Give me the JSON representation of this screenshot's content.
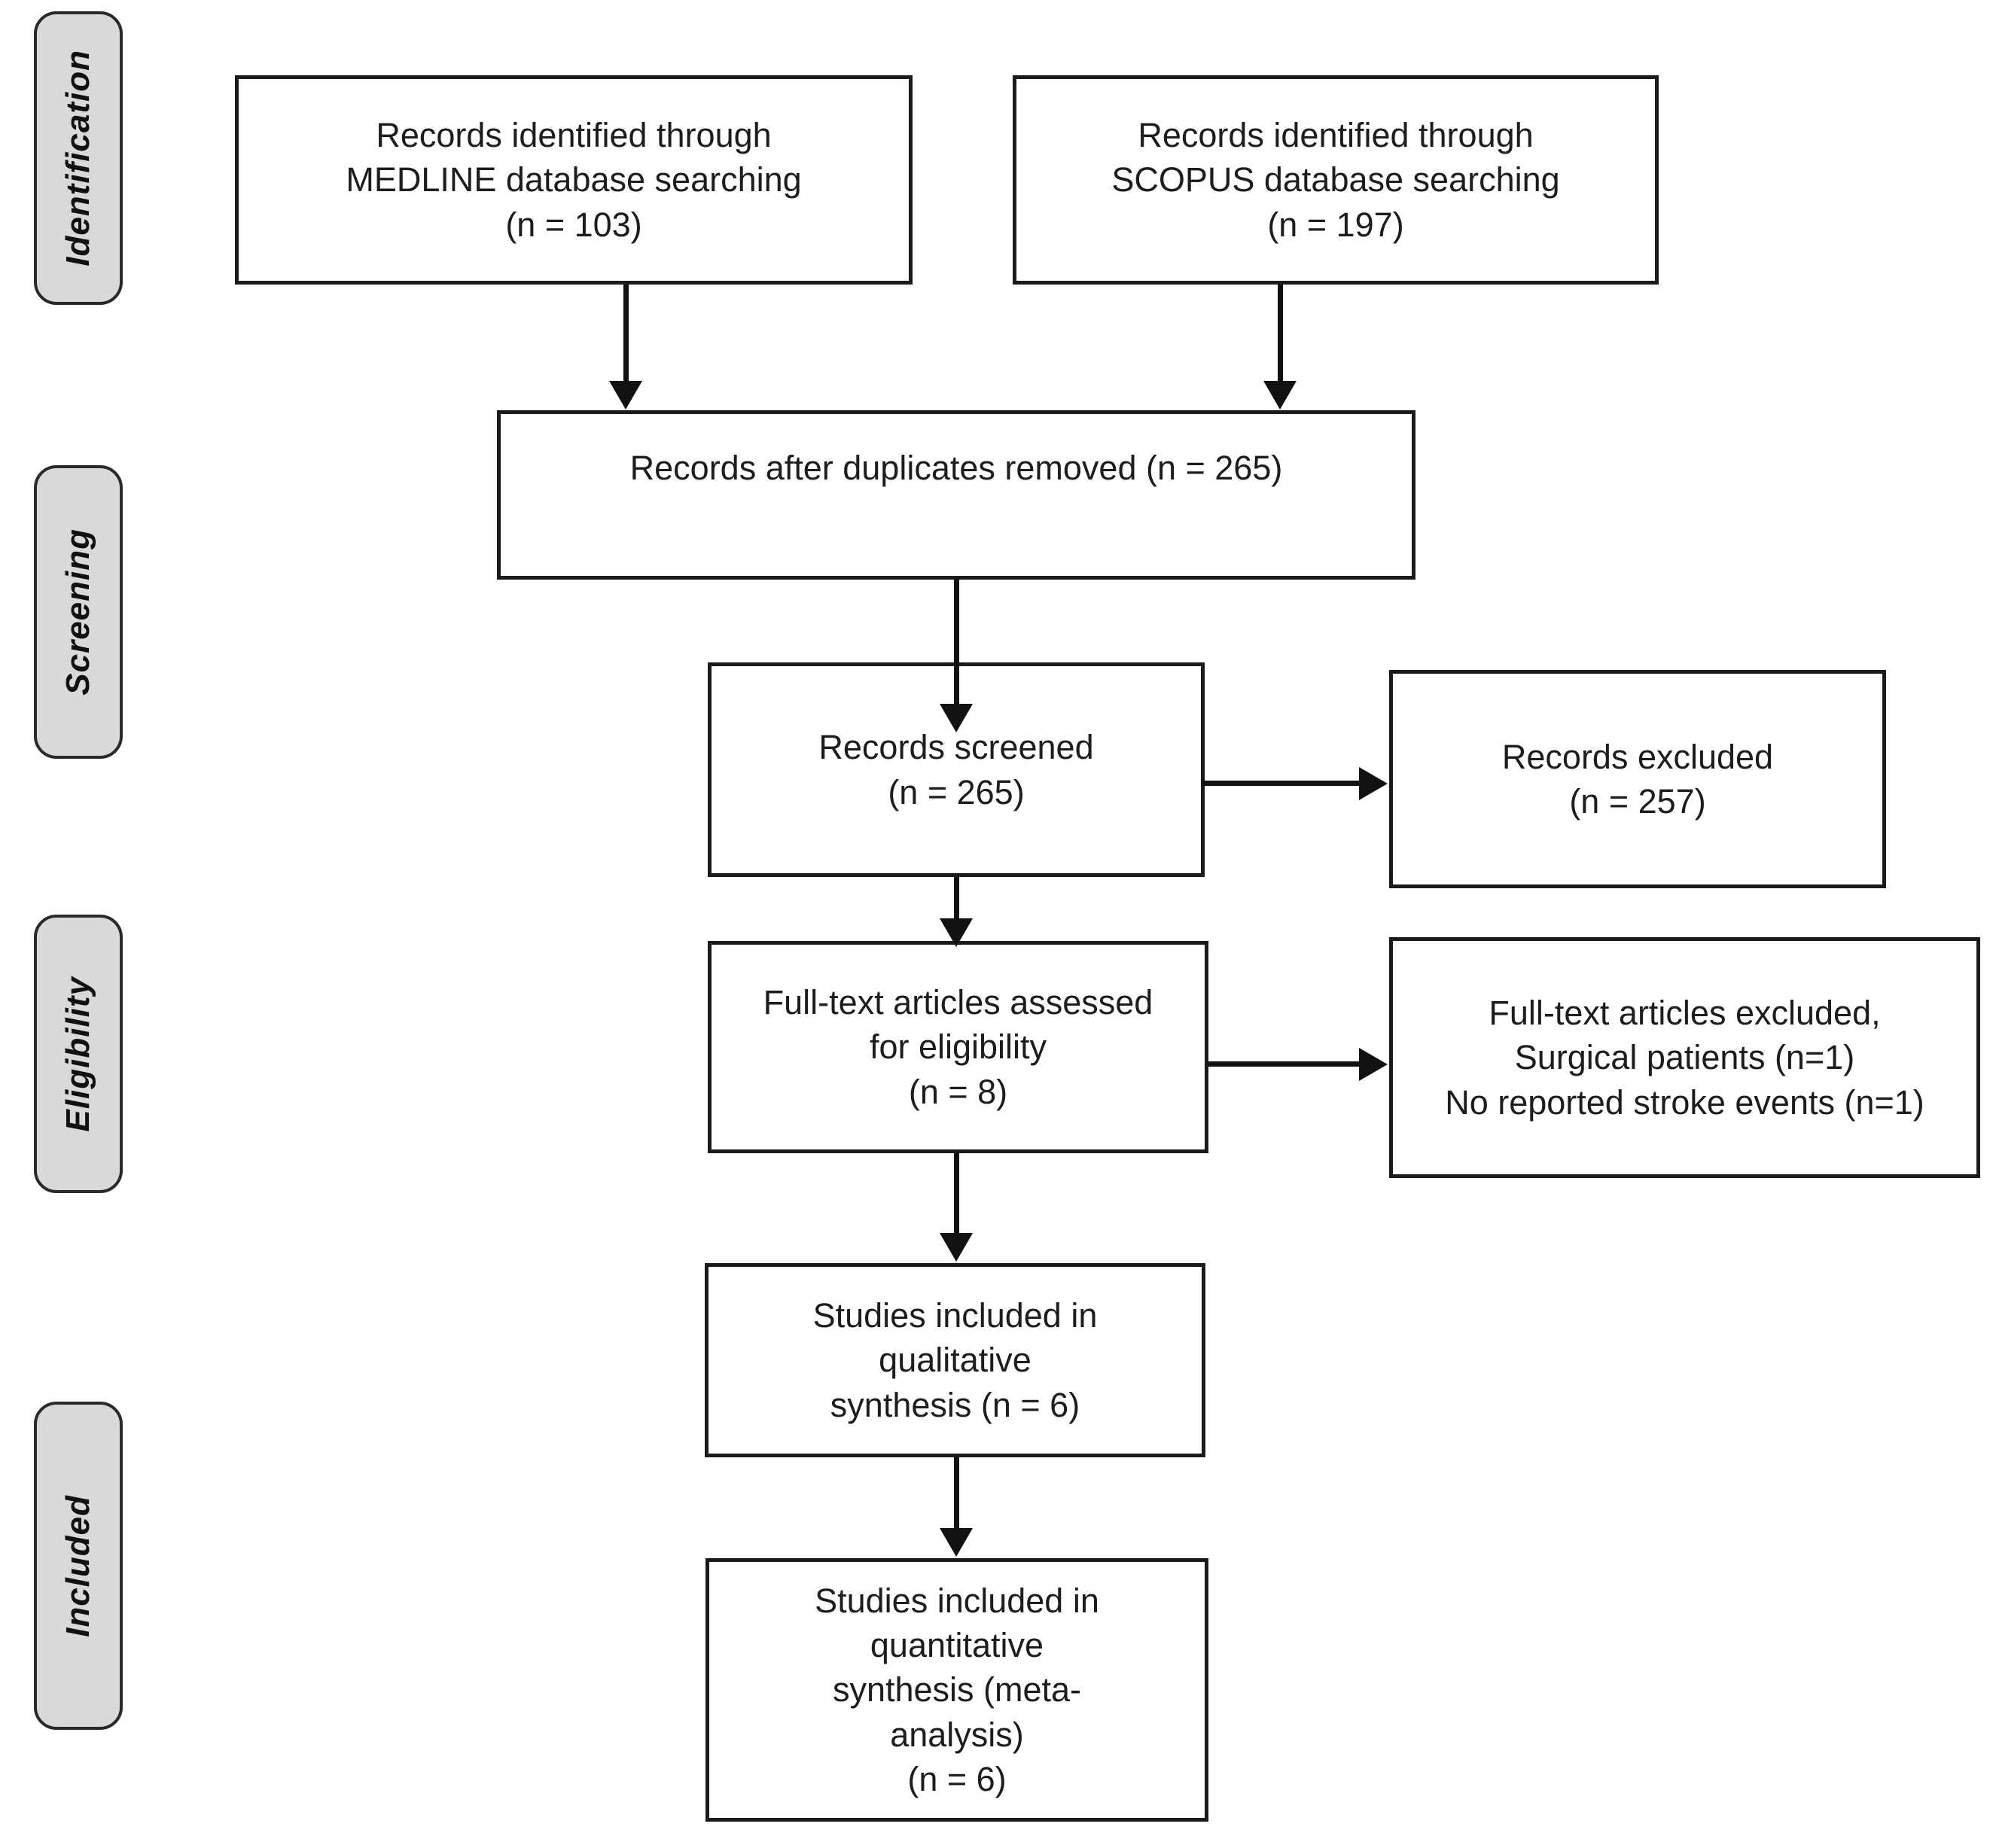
{
  "diagram": {
    "type": "prisma-flowchart",
    "colors": {
      "stage_fill": "#d9d9d9",
      "stage_border": "#2a2a2a",
      "box_border": "#1b1b1b",
      "box_fill": "#ffffff",
      "text": "#1d1d1d",
      "arrow": "#111111"
    },
    "stages": [
      {
        "label": "Identification"
      },
      {
        "label": "Screening"
      },
      {
        "label": "Eligibility"
      },
      {
        "label": "Included"
      }
    ],
    "boxes": {
      "medline": {
        "lines": [
          "Records identified through",
          "MEDLINE database searching",
          "(n = 103)"
        ]
      },
      "scopus": {
        "lines": [
          "Records identified through",
          "SCOPUS database searching",
          "(n = 197)"
        ]
      },
      "duplicates": {
        "lines": [
          "Records after duplicates removed (n = 265)"
        ]
      },
      "screened": {
        "lines": [
          "Records screened",
          "(n = 265)"
        ]
      },
      "records_excluded": {
        "lines": [
          "Records excluded",
          "(n = 257)"
        ]
      },
      "fulltext_assessed": {
        "lines": [
          "Full-text articles assessed",
          "for eligibility",
          "(n = 8)"
        ]
      },
      "fulltext_excluded": {
        "lines": [
          "Full-text articles excluded,",
          "Surgical patients (n=1)",
          "No reported stroke events (n=1)"
        ]
      },
      "qualitative": {
        "lines": [
          "Studies included in",
          "qualitative",
          "synthesis (n = 6)"
        ]
      },
      "quantitative": {
        "lines": [
          "Studies included in",
          "quantitative",
          "synthesis (meta-",
          "analysis)",
          "(n = 6)"
        ]
      }
    }
  }
}
